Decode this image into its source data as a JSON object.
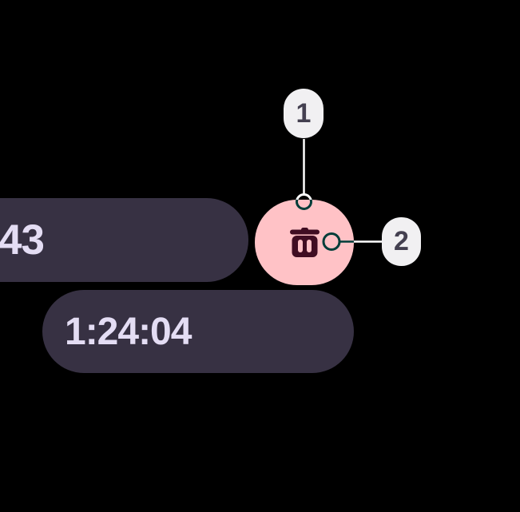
{
  "screen": {
    "background": "#000000"
  },
  "timers": {
    "timer_partial": {
      "value": "43"
    },
    "timer_main": {
      "value": "1:24:04"
    }
  },
  "delete_button": {
    "icon": "trash-icon",
    "background": "#FFC2C6",
    "icon_color": "#400D22"
  },
  "annotations": {
    "callout_1": {
      "label": "1"
    },
    "callout_2": {
      "label": "2"
    },
    "badge_background": "#F1F0F2",
    "badge_text_color": "#444050",
    "connector_color": "#FFFFFF"
  },
  "colors": {
    "pill_background": "#373143",
    "pill_text": "#E4DDF4"
  }
}
